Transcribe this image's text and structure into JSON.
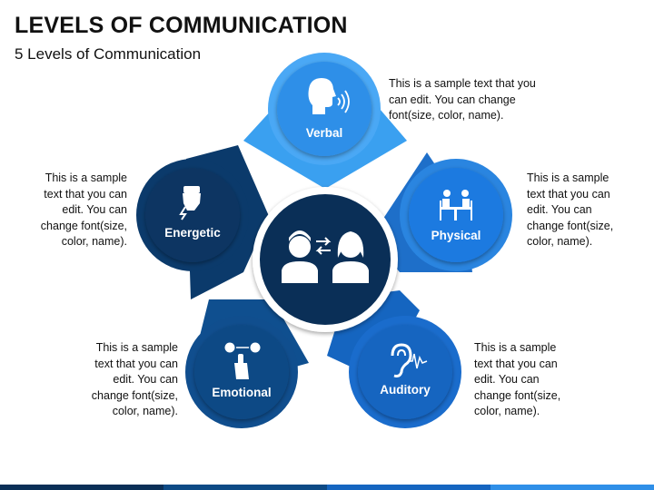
{
  "header": {
    "title": "LEVELS OF COMMUNICATION",
    "subtitle": "5 Levels of Communication"
  },
  "levels": [
    {
      "label": "Verbal",
      "icon": "speaking-head-icon",
      "description": [
        "This is a sample text that you",
        "can edit. You can change",
        "font(size, color, name)."
      ]
    },
    {
      "label": "Physical",
      "icon": "people-at-table-icon",
      "description": [
        "This is a sample",
        "text that you can",
        "edit. You can",
        "change font(size,",
        "color, name)."
      ]
    },
    {
      "label": "Auditory",
      "icon": "ear-sound-wave-icon",
      "description": [
        "This is a sample",
        "text that you can",
        "edit. You can",
        "change font(size,",
        "color, name)."
      ]
    },
    {
      "label": "Emotional",
      "icon": "emoji-hand-icon",
      "description": [
        "This is a sample",
        "text that you can",
        "edit. You can",
        "change font(size,",
        "color, name)."
      ]
    },
    {
      "label": "Energetic",
      "icon": "raised-fist-icon",
      "description": [
        "This is a sample",
        "text that you can",
        "edit. You can",
        "change font(size,",
        "color, name)."
      ]
    }
  ],
  "center": {
    "icon": "two-people-exchange-icon"
  },
  "colors": {
    "light_blue": "#2f8fe8",
    "mid_blue": "#1565c0",
    "dark_navy": "#0b3a6b",
    "navy": "#0d4a85",
    "center": "#0a2f57"
  }
}
